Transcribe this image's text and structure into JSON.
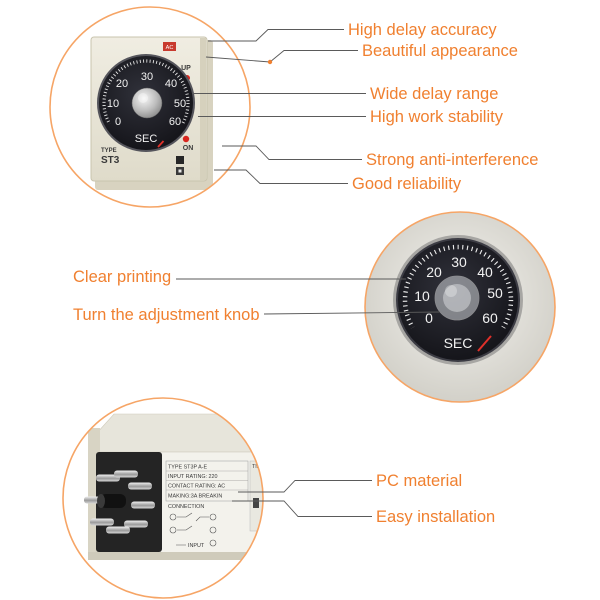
{
  "callouts": {
    "top": [
      "High delay accuracy",
      "Beautiful appearance",
      "Wide delay range",
      "High work stability",
      "Strong anti-interference",
      "Good reliability"
    ],
    "middle": [
      "Clear printing",
      "Turn the adjustment knob"
    ],
    "bottom": [
      "PC material",
      "Easy installation"
    ]
  },
  "top_relay": {
    "rating_tag": "AC",
    "up_label": "UP",
    "on_label": "ON",
    "type_label": "TYPE",
    "model": "ST3",
    "dial": {
      "unit": "SEC",
      "scale": [
        "0",
        "10",
        "20",
        "30",
        "40",
        "50",
        "60"
      ]
    }
  },
  "dial_closeup": {
    "unit": "SEC",
    "scale": [
      "0",
      "10",
      "20",
      "30",
      "40",
      "50",
      "60"
    ]
  },
  "side_relay": {
    "label_lines": [
      "TYPE ST3P A-E",
      "INPUT RATING: 220",
      "CONTACT RATING: AC",
      "MAKING:3A BREAKIN"
    ],
    "connection_label": "CONNECTION",
    "input_label": "INPUT",
    "time_label": "TIME"
  },
  "colors": {
    "accent": "#f08030",
    "ring": "#f6a566",
    "leader": "#5a5a5a",
    "led": "#d8251e"
  }
}
